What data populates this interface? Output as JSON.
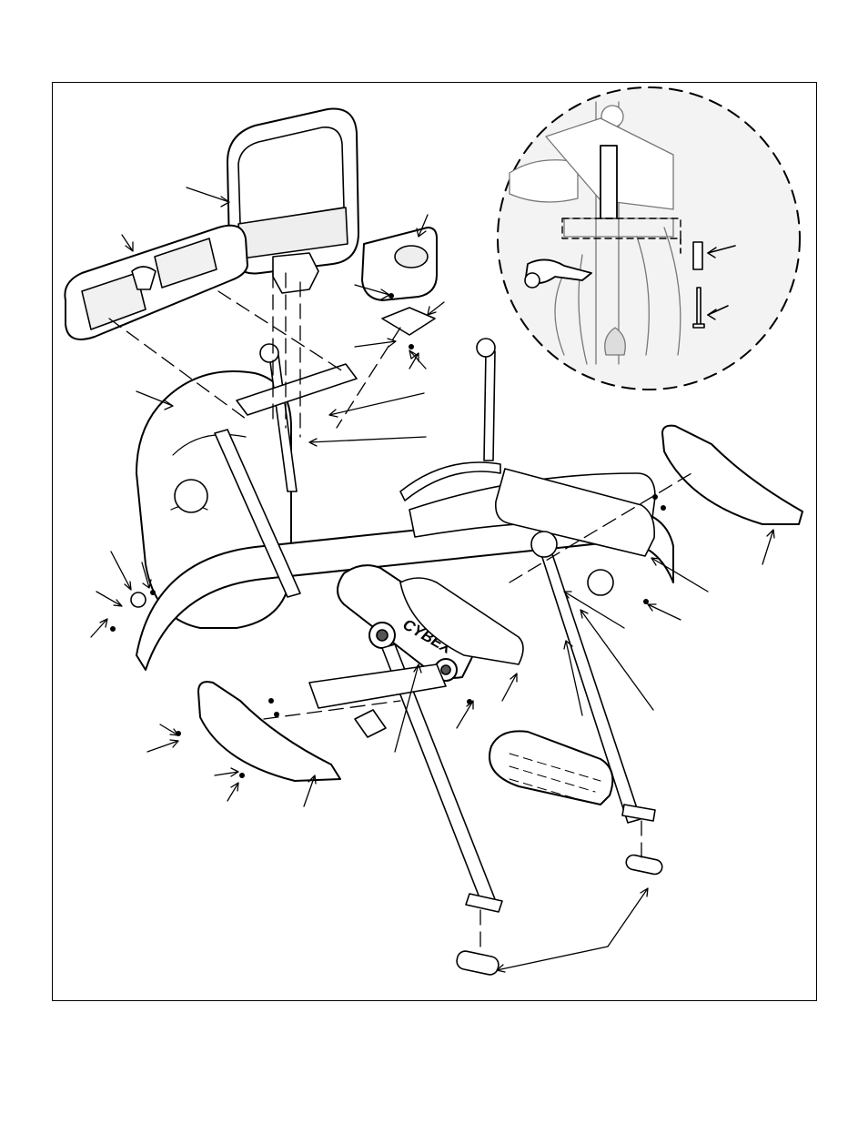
{
  "brand": {
    "logo_text": "CYBEX"
  },
  "colors": {
    "line": "#000000",
    "fill": "#ffffff",
    "shade": "#d9d9d9",
    "detail_bg": "#efefef"
  },
  "detail_view": {
    "style": "dashed-circle",
    "parts": [
      "sleeve",
      "pin"
    ]
  },
  "callouts": {
    "count": 33,
    "labels": []
  }
}
